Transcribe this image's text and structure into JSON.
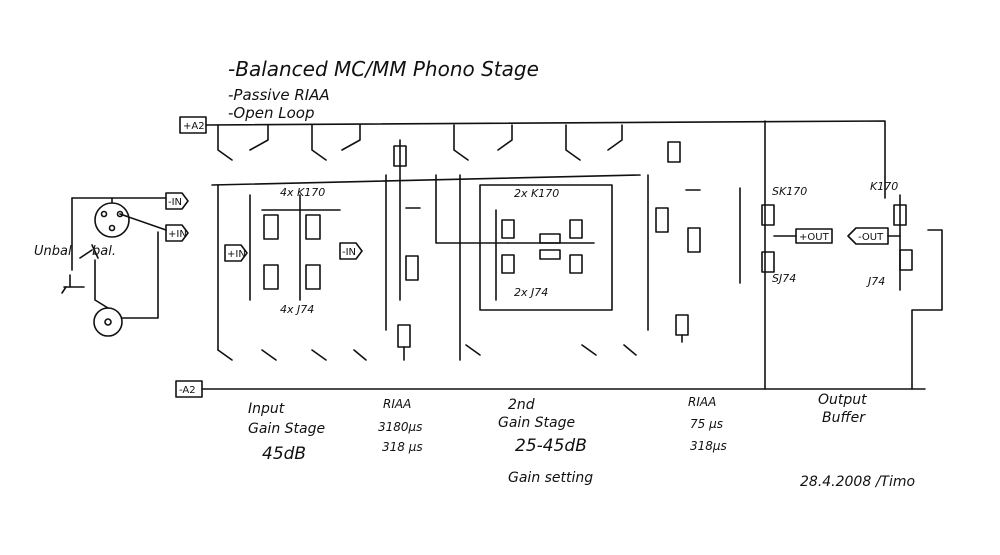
{
  "title_notes": [
    "-Balanced MC/MM Phono Stage",
    "-Passive RIAA",
    "-Open Loop"
  ],
  "rail_labels": {
    "positive": "+A2",
    "negative": "-A2"
  },
  "connector_labels": {
    "in_minus": "-IN",
    "in_plus": "+IN",
    "out_plus": "+OUT",
    "out_minus": "-OUT"
  },
  "switch_labels": {
    "unbal": "Unbal",
    "bal": "bal."
  },
  "device_labels": {
    "input_jfet_n": "4x K170",
    "input_jfet_p": "4x J74",
    "second_jfet_n": "2x K170",
    "second_jfet_p": "2x J74",
    "output_n": "SK170",
    "output_p": "SJ74",
    "output_n_right": "K170",
    "output_p_right": "J74"
  },
  "stages": [
    {
      "name": "Input Gain Stage",
      "value": "45dB"
    },
    {
      "name": "RIAA",
      "line1": "3180µs",
      "line2": "318 µs"
    },
    {
      "name": "2nd Gain Stage",
      "value": "25-45dB",
      "note": "Gain setting"
    },
    {
      "name": "RIAA",
      "line1": "75 µs",
      "line2": "318µs"
    },
    {
      "name": "Output Buffer"
    }
  ],
  "signature": "28.4.2008 /Timo"
}
